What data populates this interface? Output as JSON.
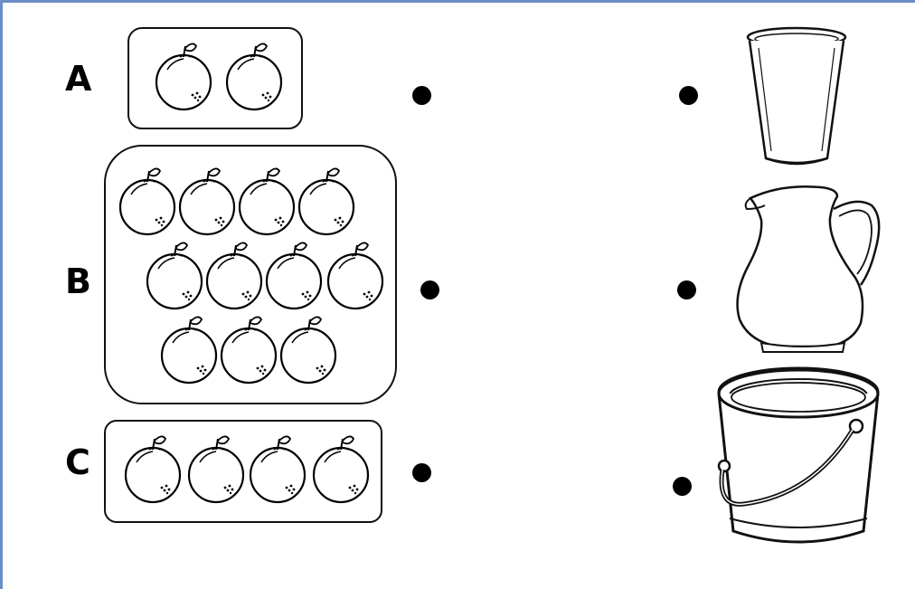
{
  "rows": [
    {
      "label": "A",
      "fruit_count": 2
    },
    {
      "label": "B",
      "fruit_count": 11
    },
    {
      "label": "C",
      "fruit_count": 4
    }
  ],
  "containers": [
    {
      "name": "cup-icon"
    },
    {
      "name": "jug-icon"
    },
    {
      "name": "bucket-icon"
    }
  ],
  "colors": {
    "ink": "#000000",
    "frame": "#6b8fc4"
  }
}
